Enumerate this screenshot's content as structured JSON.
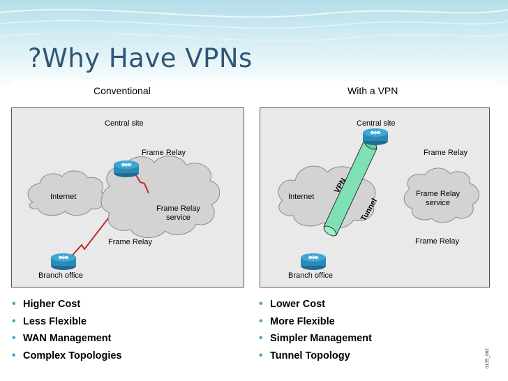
{
  "slide": {
    "title": "?Why Have VPNs",
    "theme_colors": {
      "banner": "#b4dde8",
      "title_text": "#2f5673",
      "bullet": "#4aa3c8",
      "panel": "#e9e9e9",
      "cloud": "#d3d3d3",
      "router": "#2a8ab5",
      "link": "#c62828"
    }
  },
  "conventional": {
    "heading": "Conventional",
    "central_site": "Central site",
    "frame_relay_top": "Frame Relay",
    "internet": "Internet",
    "frame_relay_service": [
      "Frame Relay",
      "service"
    ],
    "frame_relay_bottom": "Frame Relay",
    "branch_office": "Branch office"
  },
  "vpn": {
    "heading": "With a VPN",
    "central_site": "Central site",
    "frame_relay_top": "Frame Relay",
    "internet": "Internet",
    "tunnel_label_1": "VPN",
    "tunnel_label_2": "Tunnel",
    "frame_relay_service": [
      "Frame Relay",
      "service"
    ],
    "frame_relay_bottom": "Frame Relay",
    "branch_office": "Branch office"
  },
  "bullets_left": [
    "Higher Cost",
    "Less Flexible",
    "WAN Management",
    "Complex Topologies"
  ],
  "bullets_right": [
    "Lower Cost",
    "More Flexible",
    "Simpler Management",
    "Tunnel Topology"
  ],
  "figure_code": "0135_062"
}
